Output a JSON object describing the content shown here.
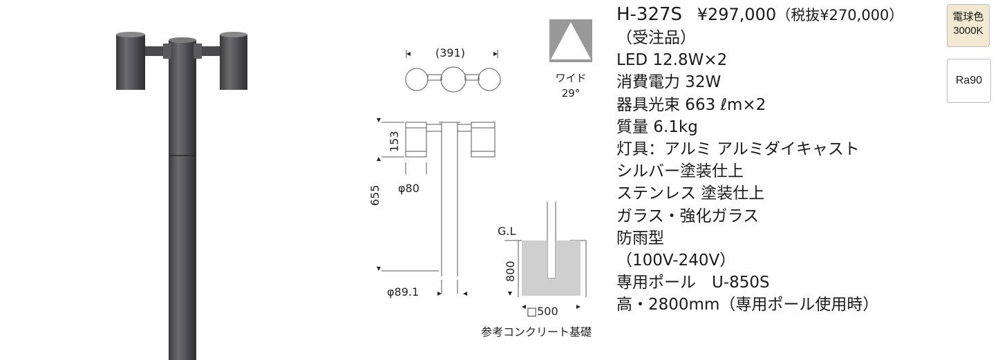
{
  "product": {
    "model": "H-327S",
    "price": "¥297,000",
    "price_tax_excluded": "（税抜¥270,000）",
    "order_note": "（受注品）"
  },
  "specs": [
    "LED 12.8W×2",
    "消費電力 32W",
    "器具光束 663 ℓm×2",
    "質量 6.1kg",
    "灯具：アルミ アルミダイキャスト",
    "シルバー塗装仕上",
    "ステンレス 塗装仕上",
    "ガラス・強化ガラス",
    "防雨型",
    "（100V-240V）",
    "専用ポール　U-850S",
    "高・2800mm（専用ポール使用時）"
  ],
  "badges": {
    "color_line1": "電球色",
    "color_line2": "3000K",
    "cri": "Ra90"
  },
  "beam": {
    "type": "ワイド",
    "angle": "29°"
  },
  "dimensions": {
    "width": "(391)",
    "head_height": "153",
    "head_diameter": "φ80",
    "total_height": "655",
    "pole_diameter": "φ89.1",
    "ground_level": "G.L",
    "foundation_depth": "800",
    "foundation_width": "□500",
    "foundation_label": "参考コンクリート基礎"
  }
}
